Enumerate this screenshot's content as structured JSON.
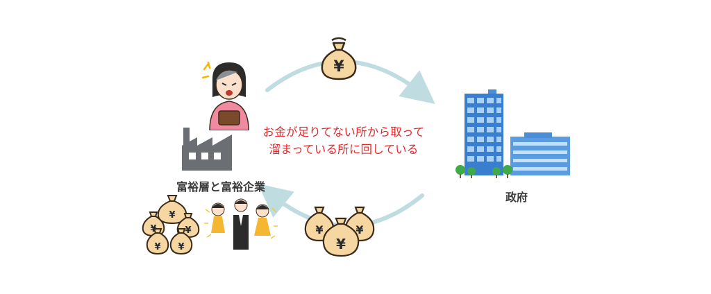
{
  "caption": {
    "line1": "お金が足りてない所から取って",
    "line2": "溜まっている所に回している"
  },
  "labels": {
    "left": "富裕層と富裕企業",
    "right": "政府"
  },
  "icons": {
    "currency": "¥"
  },
  "colors": {
    "arrow": "#bfdde0",
    "caption": "#e8262a",
    "moneybag": "#f6d7a2",
    "outline": "#3a2a1a",
    "building_blue": "#3a7fcf",
    "factory_gray": "#6b6f74"
  }
}
